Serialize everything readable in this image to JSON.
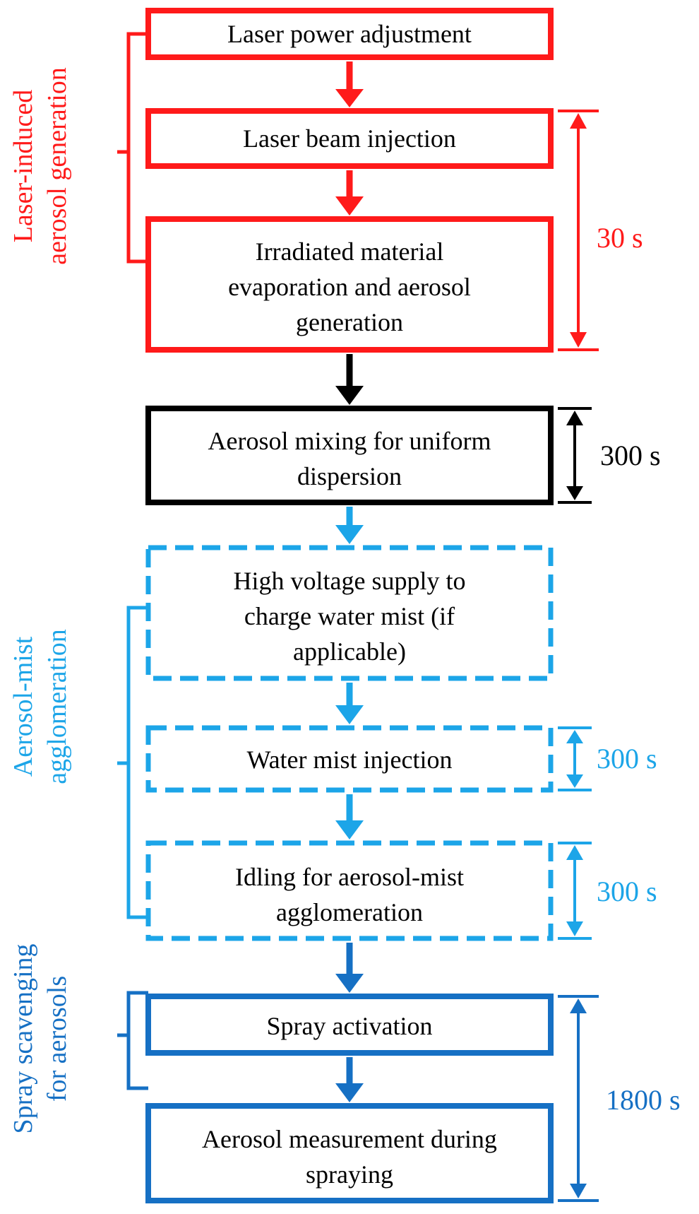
{
  "colors": {
    "red": "#ff1a1a",
    "black": "#000000",
    "light_blue": "#1ca5e8",
    "dark_blue": "#1670c4"
  },
  "groups": [
    {
      "lines": [
        "Laser-induced",
        "aerosol generation"
      ]
    },
    {
      "lines": [
        "Aerosol-mist",
        "agglomeration"
      ]
    },
    {
      "lines": [
        "Spray scavenging",
        "for aerosols"
      ]
    }
  ],
  "boxes": [
    {
      "lines": [
        "Laser power adjustment"
      ]
    },
    {
      "lines": [
        "Laser beam injection"
      ]
    },
    {
      "lines": [
        "Irradiated material",
        "evaporation and aerosol",
        "generation"
      ]
    },
    {
      "lines": [
        "Aerosol mixing for uniform",
        "dispersion"
      ]
    },
    {
      "lines": [
        "High voltage supply to",
        "charge water mist (if",
        "applicable)"
      ]
    },
    {
      "lines": [
        "Water mist injection"
      ]
    },
    {
      "lines": [
        "Idling for aerosol-mist",
        "agglomeration"
      ]
    },
    {
      "lines": [
        "Spray activation"
      ]
    },
    {
      "lines": [
        "Aerosol measurement during",
        "spraying"
      ]
    }
  ],
  "durations": [
    {
      "label": "30 s"
    },
    {
      "label": "300 s"
    },
    {
      "label": "300 s"
    },
    {
      "label": "300 s"
    },
    {
      "label": "1800 s"
    }
  ]
}
